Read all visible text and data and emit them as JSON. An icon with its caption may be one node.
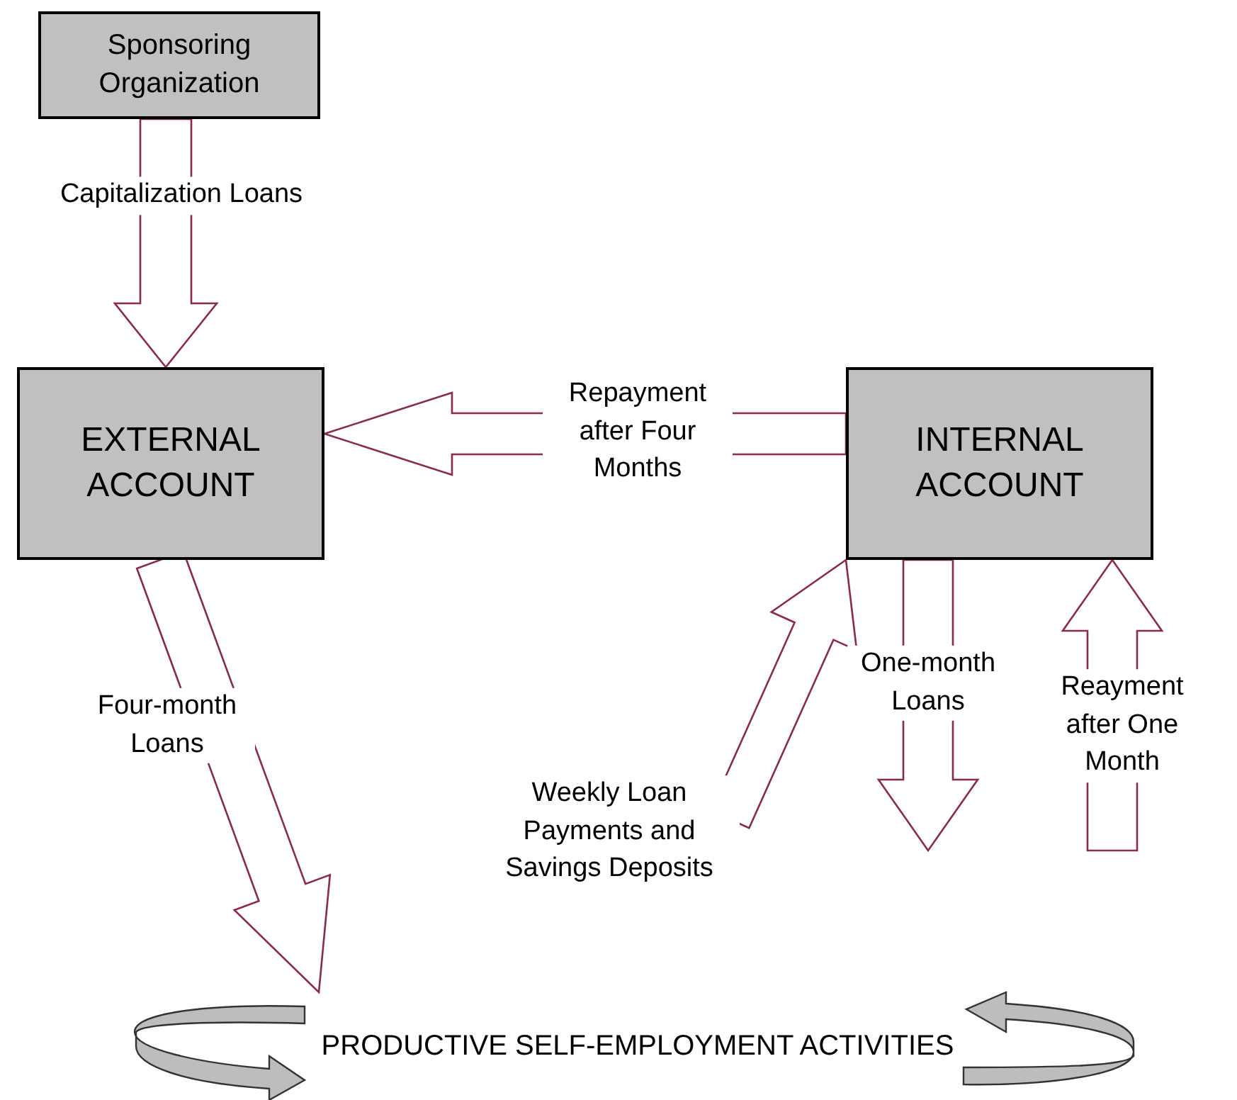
{
  "diagram": {
    "nodes": [
      {
        "text": [
          "Sponsoring Organization"
        ]
      },
      {
        "text": [
          "EXTERNAL ACCOUNT"
        ]
      },
      {
        "text": [
          "INTERNAL ACCOUNT"
        ]
      },
      {
        "text": [
          "PRODUCTIVE SELF-EMPLOYMENT ACTIVITIES"
        ]
      }
    ],
    "edges": [
      {
        "from": 0,
        "to": 1,
        "arrow": "to",
        "label": "Capitalization Loans"
      },
      {
        "from": 2,
        "to": 1,
        "arrow": "to",
        "label": "Repayment after Four Months"
      },
      {
        "from": 1,
        "to": 3,
        "arrow": "to",
        "label": "Four-month Loans"
      },
      {
        "from": null,
        "to": 2,
        "arrow": "to",
        "label": "Weekly Loan Payments and Savings Deposits"
      },
      {
        "from": 2,
        "to": null,
        "arrow": "to",
        "label": "One-month Loans"
      },
      {
        "from": null,
        "to": 2,
        "arrow": "to",
        "label": "Reayment after One Month"
      }
    ]
  }
}
